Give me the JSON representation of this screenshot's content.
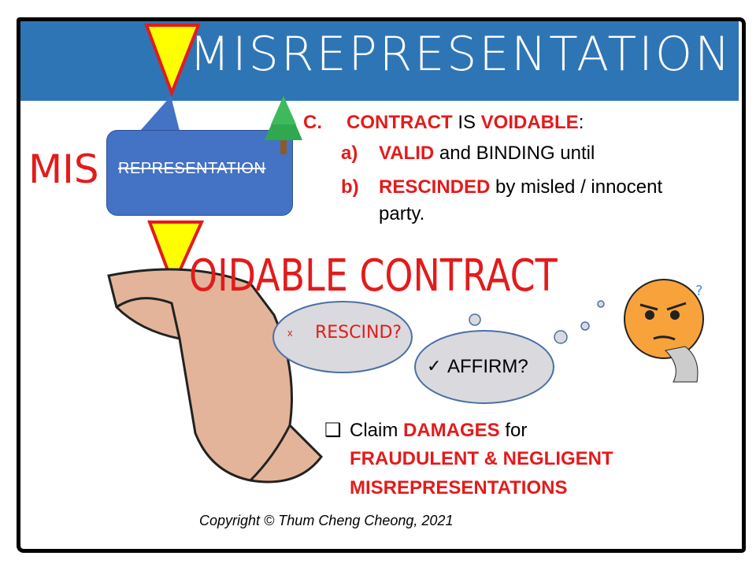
{
  "title": "MISREPRESENTATION",
  "prefix": "MIS",
  "callout_text": "REPRESENTATION",
  "points": {
    "c_marker": "C.",
    "c_word1": "CONTRACT",
    "c_is": " IS ",
    "c_word2": "VOIDABLE",
    "c_colon": ":",
    "a_marker": "a)",
    "a_word": "VALID",
    "a_rest": " and BINDING until",
    "b_marker": "b)",
    "b_word": "RESCINDED",
    "b_rest": " by misled / innocent",
    "b_cont": "party."
  },
  "voidable_heading": "OIDABLE CONTRACT",
  "clouds": {
    "rescind_mark": "x",
    "rescind": "RESCIND?",
    "affirm_mark": "✓",
    "affirm": "AFFIRM?"
  },
  "claim": {
    "checkbox": "❑",
    "prefix": "Claim ",
    "word": "DAMAGES",
    "suffix": " for",
    "line2": "FRAUDULENT & NEGLIGENT",
    "line3": "MISREPRESENTATIONS"
  },
  "copyright": "Copyright © Thum Cheng Cheong, 2021",
  "colors": {
    "band": "#2e75b6",
    "callout": "#4472c4",
    "accent": "#e31b1b",
    "triangle": "#ffff00"
  }
}
